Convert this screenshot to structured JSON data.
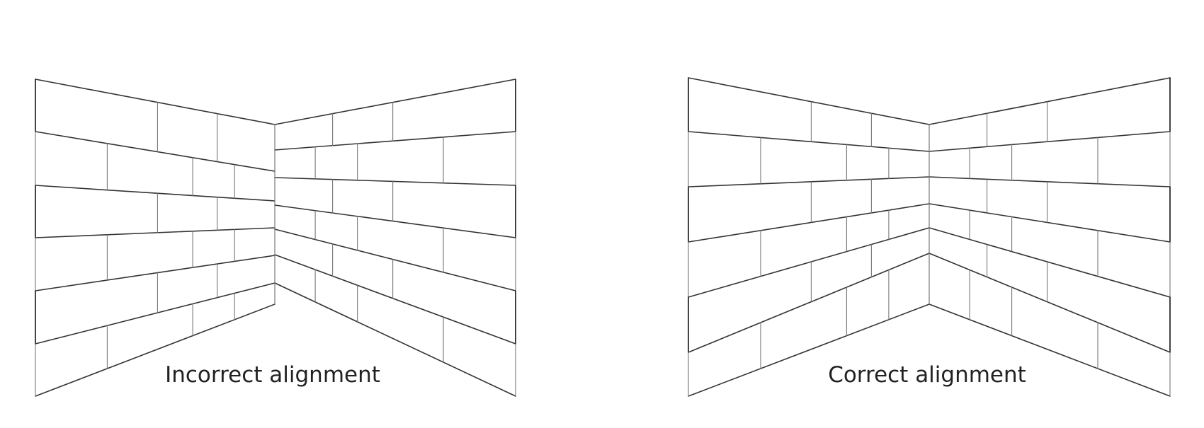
{
  "panels": [
    {
      "id": "incorrect",
      "caption": "Incorrect alignment"
    },
    {
      "id": "correct",
      "caption": "Correct alignment"
    }
  ],
  "colors": {
    "tile_stroke": "#333333",
    "joint_stroke": "#777777",
    "caption_text": "#222222",
    "background": "#ffffff"
  }
}
